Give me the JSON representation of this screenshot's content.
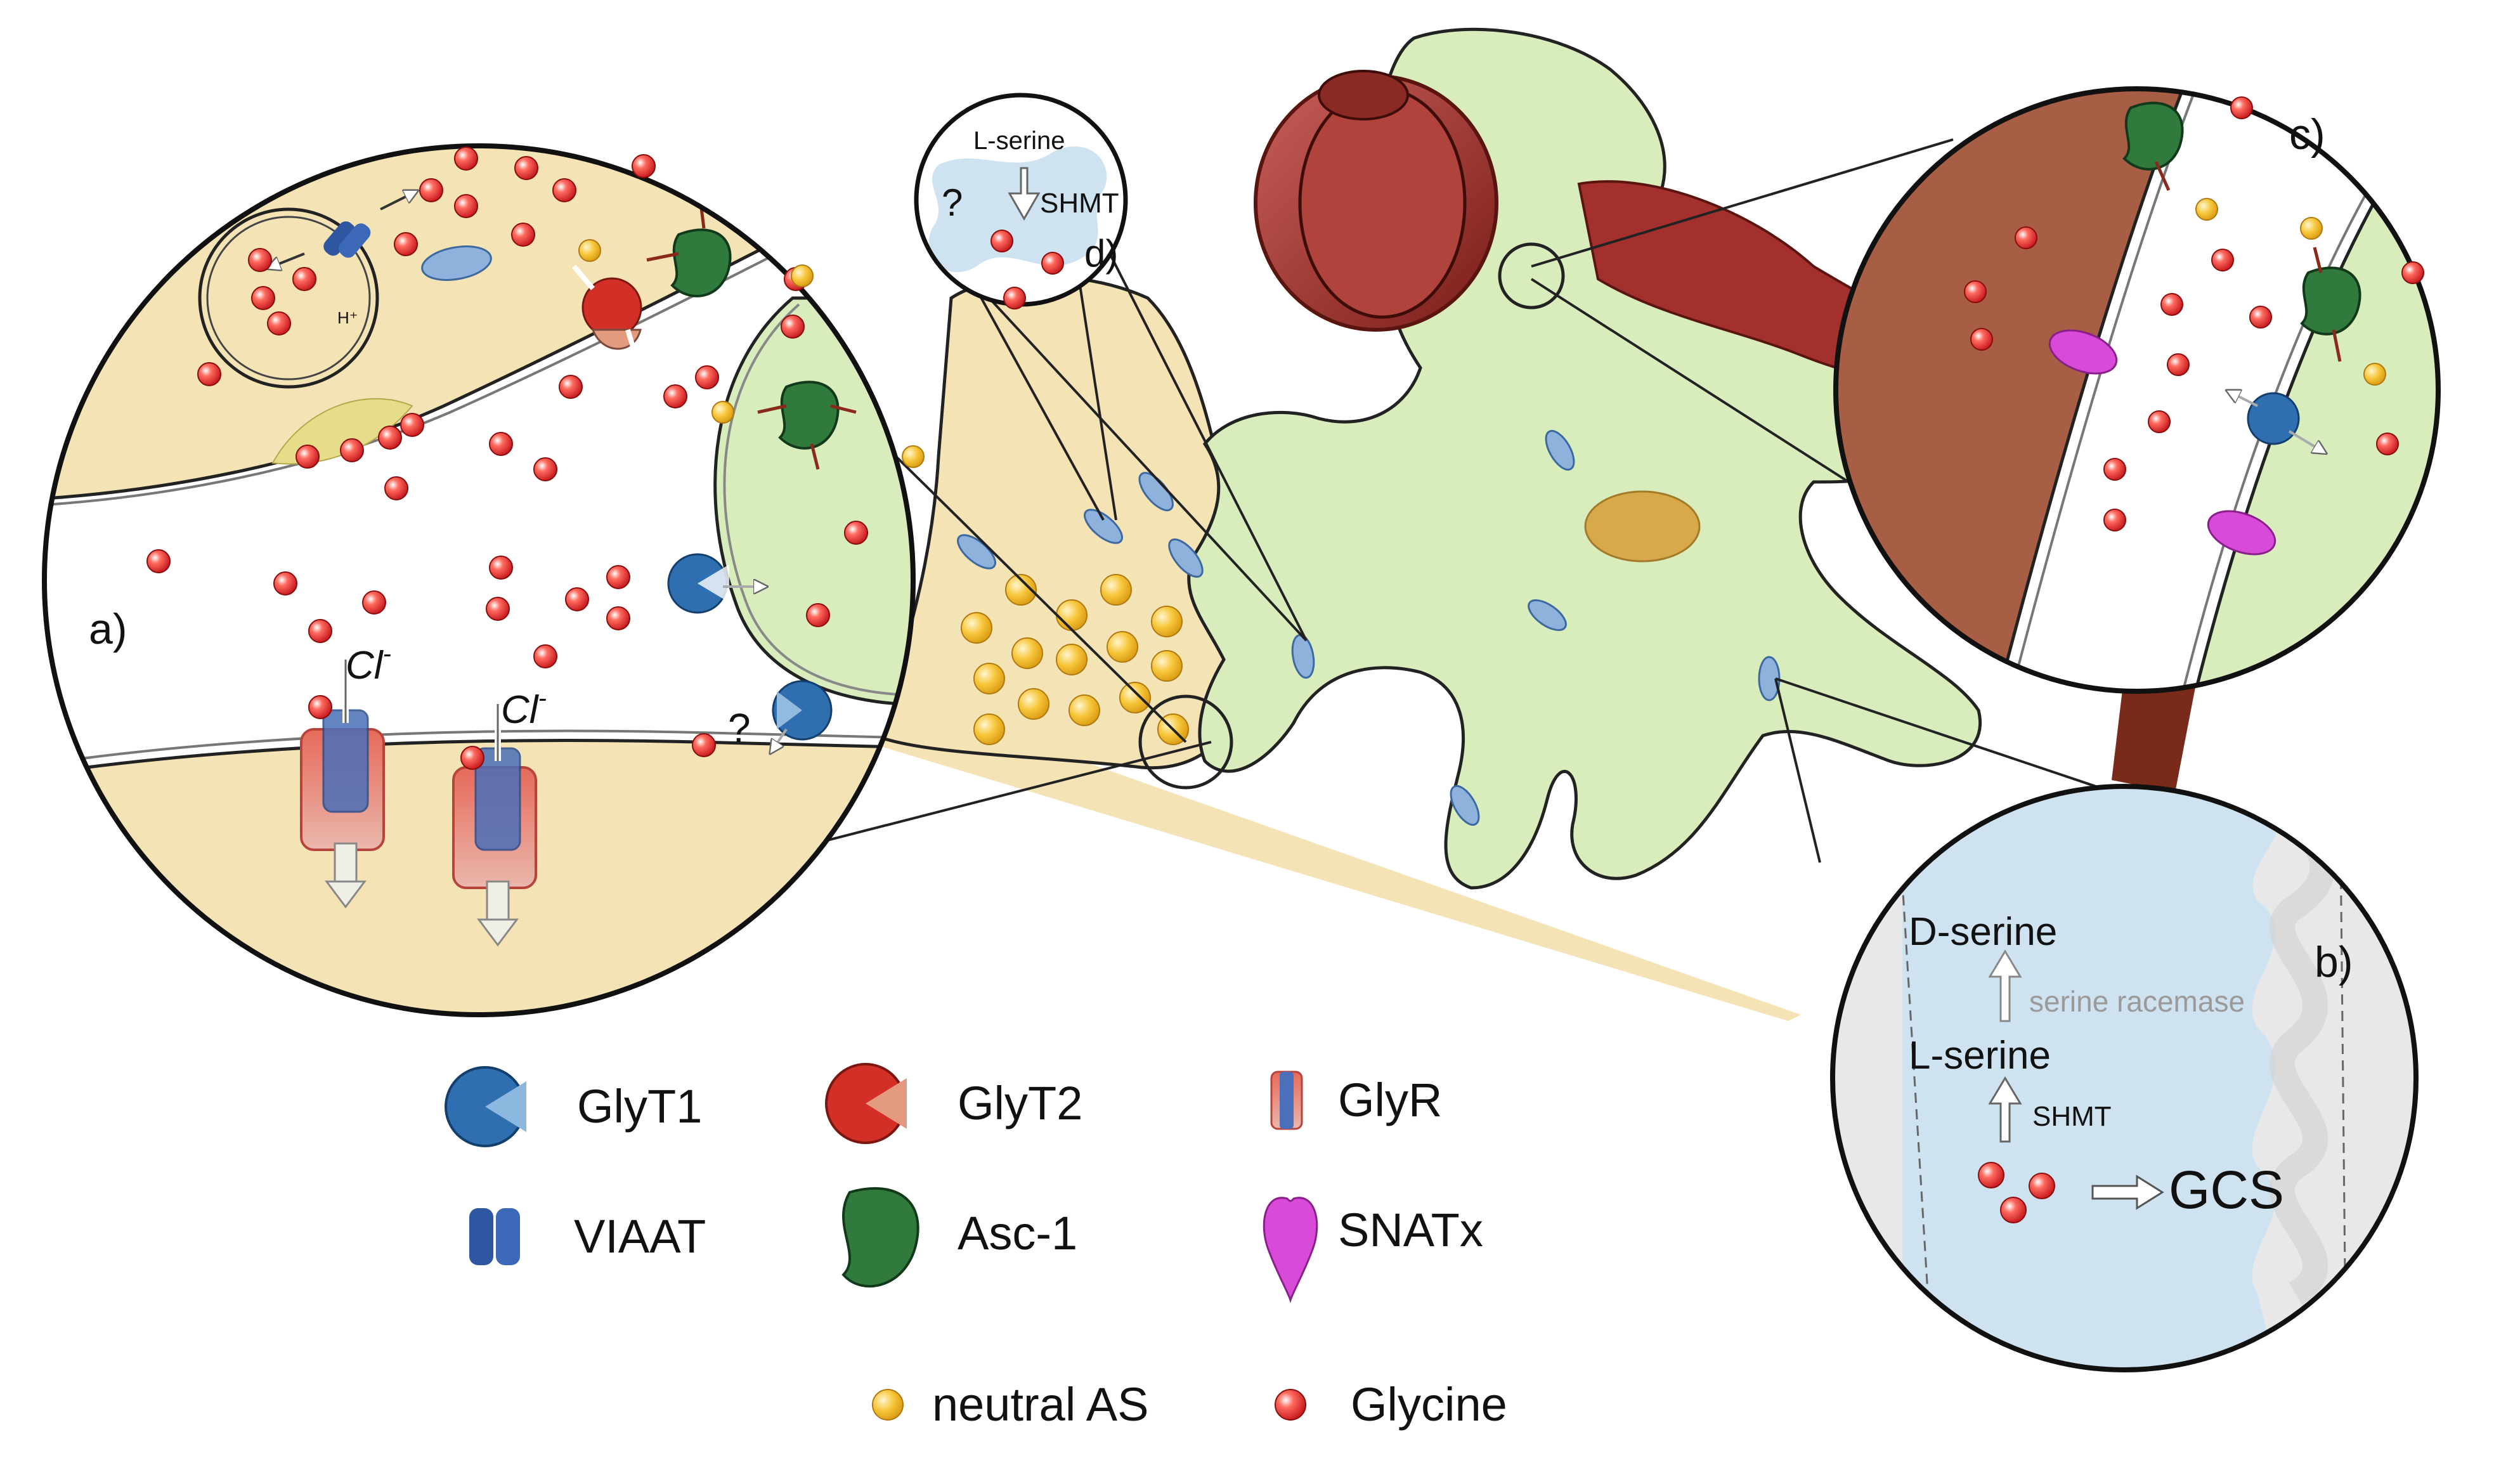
{
  "panels": {
    "a": {
      "label": "a)",
      "ion_1": "Cl",
      "ion_2": "Cl",
      "ion_sup": "-",
      "question": "?",
      "proton": "H⁺"
    },
    "b": {
      "label": "b)",
      "d_serine": "D-serine",
      "enzyme_racemase": "serine racemase",
      "l_serine": "L-serine",
      "enzyme_shmt": "SHMT",
      "gcs": "GCS"
    },
    "c": {
      "label": "c)"
    },
    "d": {
      "label": "d)",
      "l_serine": "L-serine",
      "enzyme_shmt": "SHMT",
      "question": "?"
    }
  },
  "legend": {
    "glyt1": "GlyT1",
    "glyt2": "GlyT2",
    "glyr": "GlyR",
    "viaat": "VIAAT",
    "asc1": "Asc-1",
    "snatx": "SNATx",
    "neutral_as": "neutral AS",
    "glycine": "Glycine"
  },
  "colors": {
    "neuron": "#f4e3b5",
    "astrocyte": "#d8ecbc",
    "vessel": "#a3302c",
    "mitochondria": "#cfe2f0",
    "glycine": "#e8352b",
    "neutral_as": "#f7c63a",
    "glyt1": "#2f6fb0",
    "glyt2": "#d22f26",
    "asc1": "#2f7a3c",
    "snatx": "#d84bd8",
    "viaat": "#2f56a0"
  }
}
